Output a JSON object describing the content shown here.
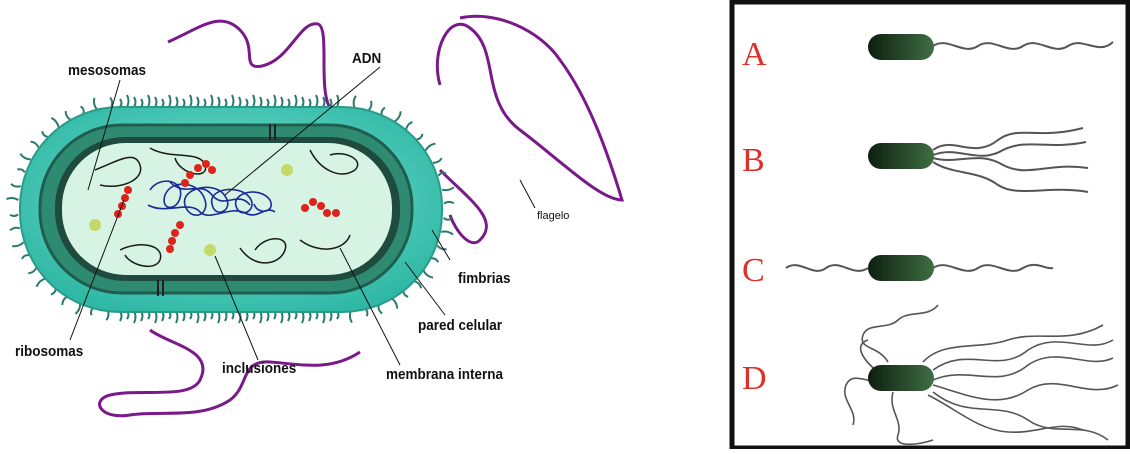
{
  "left": {
    "labels": {
      "mesosomas": "mesosomas",
      "adn": "ADN",
      "flagelo": "flagelo",
      "fimbrias": "fimbrias",
      "pared_celular": "pared celular",
      "ribosomas": "ribosomas",
      "inclusiones": "inclusiones",
      "membrana_interna": "membrana interna"
    },
    "colors": {
      "capsule": "#3cc6b3",
      "cell_wall": "#1f5e4f",
      "cytoplasm": "#d6f3e3",
      "flagellum": "#7a1a8a",
      "fimbriae": "#2a7a6a",
      "dna": "#1a2a9a",
      "ribosome": "#e0231a",
      "inclusion": "#c5d96a"
    }
  },
  "right": {
    "panels": [
      {
        "letter": "A",
        "arrangement": "monotrichous"
      },
      {
        "letter": "B",
        "arrangement": "lophotrichous"
      },
      {
        "letter": "C",
        "arrangement": "amphitrichous"
      },
      {
        "letter": "D",
        "arrangement": "peritrichous"
      }
    ],
    "colors": {
      "letter": "#e0302a",
      "body": "#2f5a32",
      "flagellum": "#555555",
      "border": "#111111"
    }
  }
}
